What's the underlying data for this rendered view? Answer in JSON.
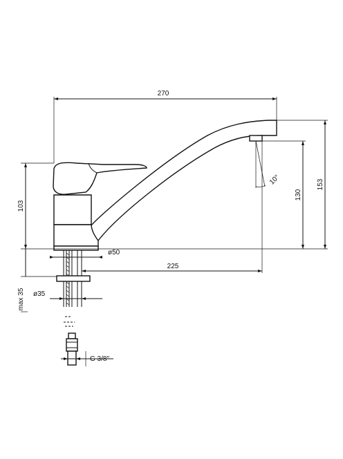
{
  "dimensions": {
    "total_length": "270",
    "spout_reach": "225",
    "body_height": "103",
    "total_height": "153",
    "spout_height": "130",
    "base_diameter": "ø50",
    "mount_diameter": "ø35",
    "max_thickness": "max 35",
    "connection_thread": "G 3/8\"",
    "spout_angle": "10°"
  }
}
